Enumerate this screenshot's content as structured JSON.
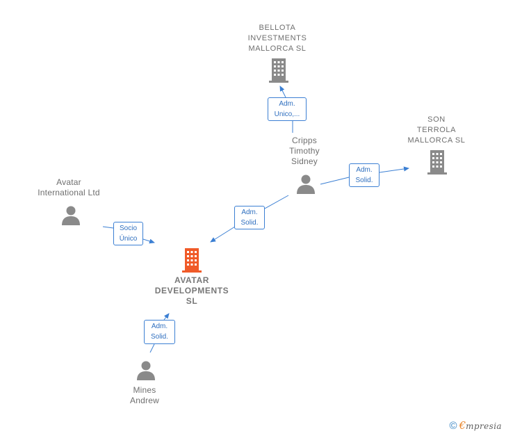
{
  "colors": {
    "edge": "#3b7fd3",
    "company_icon": "#8a8a8a",
    "main_company_icon": "#f05a28",
    "person_icon": "#8a8a8a",
    "label_text": "#6e6e6e"
  },
  "nodes": {
    "bellota": {
      "type": "company",
      "icon": "building-icon",
      "lines": [
        "BELLOTA",
        "INVESTMENTS",
        "MALLORCA  SL"
      ]
    },
    "son_terrola": {
      "type": "company",
      "icon": "building-icon",
      "lines": [
        "SON",
        "TERROLA",
        "MALLORCA  SL"
      ]
    },
    "avatar_developments": {
      "type": "main-company",
      "icon": "building-icon",
      "lines": [
        "AVATAR",
        "DEVELOPMENTS",
        "SL"
      ]
    },
    "cripps": {
      "type": "person",
      "icon": "person-icon",
      "lines": [
        "Cripps",
        "Timothy",
        "Sidney"
      ]
    },
    "avatar_international": {
      "type": "person",
      "icon": "person-icon",
      "lines": [
        "Avatar",
        "International Ltd"
      ]
    },
    "mines": {
      "type": "person",
      "icon": "person-icon",
      "lines": [
        "Mines",
        "Andrew"
      ]
    }
  },
  "relations": {
    "cripps_bellota": {
      "lines": [
        "Adm.",
        "Unico,..."
      ]
    },
    "cripps_son_terrola": {
      "lines": [
        "Adm.",
        "Solid."
      ]
    },
    "cripps_avatar": {
      "lines": [
        "Adm.",
        "Solid."
      ]
    },
    "avatar_int_avatar": {
      "lines": [
        "Socio",
        "Único"
      ]
    },
    "mines_avatar": {
      "lines": [
        "Adm.",
        "Solid."
      ]
    }
  },
  "brand": {
    "copyright": "©",
    "initial": "€",
    "name": "mpresia"
  }
}
